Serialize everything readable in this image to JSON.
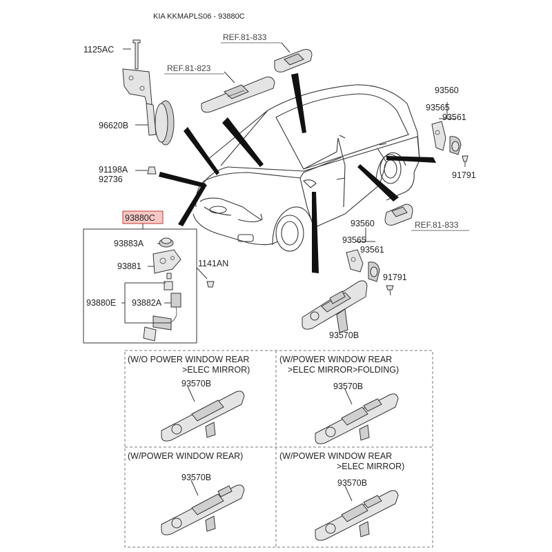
{
  "title": "KIA KKMAPLS06 - 93880C",
  "highlight_color": "#f7c8c8",
  "labels": {
    "p1125ac": "1125AC",
    "p96620b": "96620B",
    "p91198a": "91198A",
    "p92736": "92736",
    "p93880c": "93880C",
    "p93883a": "93883A",
    "p93881": "93881",
    "p1141an": "1141AN",
    "p93880e": "93880E",
    "p93882a": "93882A",
    "p93560_top": "93560",
    "p93565_top": "93565",
    "p93561_top": "93561",
    "p91791_top": "91791",
    "p93560_mid": "93560",
    "p93565_mid": "93565",
    "p93561_mid": "93561",
    "p91791_mid": "91791",
    "p93570b_main": "93570B",
    "ref_81_833_top": "REF.81-833",
    "ref_81_823": "REF.81-823",
    "ref_81_833_right": "REF.81-833"
  },
  "variants": [
    {
      "line1": "(W/O POWER WINDOW REAR",
      "line2": ">ELEC MIRROR)",
      "part": "93570B"
    },
    {
      "line1": "(W/POWER WINDOW REAR",
      "line2": ">ELEC MIRROR>FOLDING)",
      "part": "93570B"
    },
    {
      "line1": "(W/POWER WINDOW REAR)",
      "line2": "",
      "part": "93570B"
    },
    {
      "line1": "(W/POWER WINDOW REAR",
      "line2": ">ELEC MIRROR)",
      "part": "93570B"
    }
  ]
}
